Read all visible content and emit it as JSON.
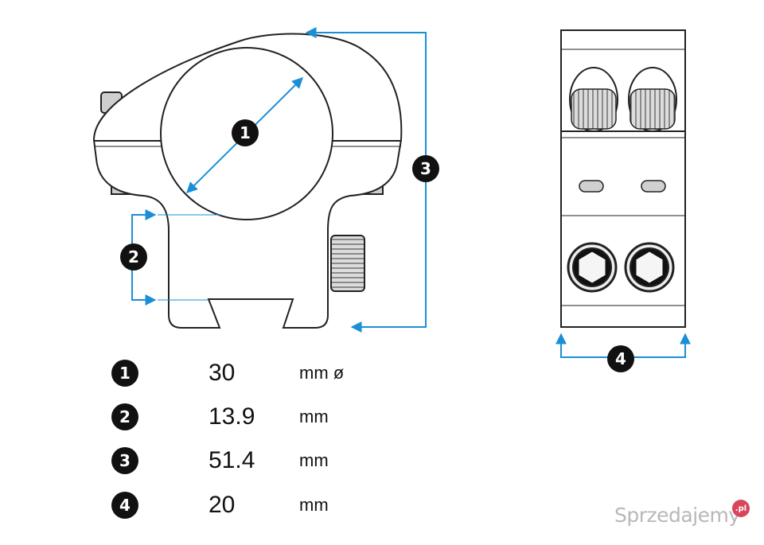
{
  "callouts": {
    "diameter": "1",
    "base_height": "2",
    "total_height": "3",
    "width": "4"
  },
  "specs": [
    {
      "num": "1",
      "value": "30",
      "unit": "mm ø"
    },
    {
      "num": "2",
      "value": "13.9",
      "unit": "mm"
    },
    {
      "num": "3",
      "value": "51.4",
      "unit": "mm"
    },
    {
      "num": "4",
      "value": "20",
      "unit": "mm"
    }
  ],
  "watermark": {
    "text": "Sprzedajemy",
    "suffix": ".pl"
  },
  "colors": {
    "dimension_line": "#1a8fd6",
    "outline": "#222222",
    "badge": "#111111"
  }
}
